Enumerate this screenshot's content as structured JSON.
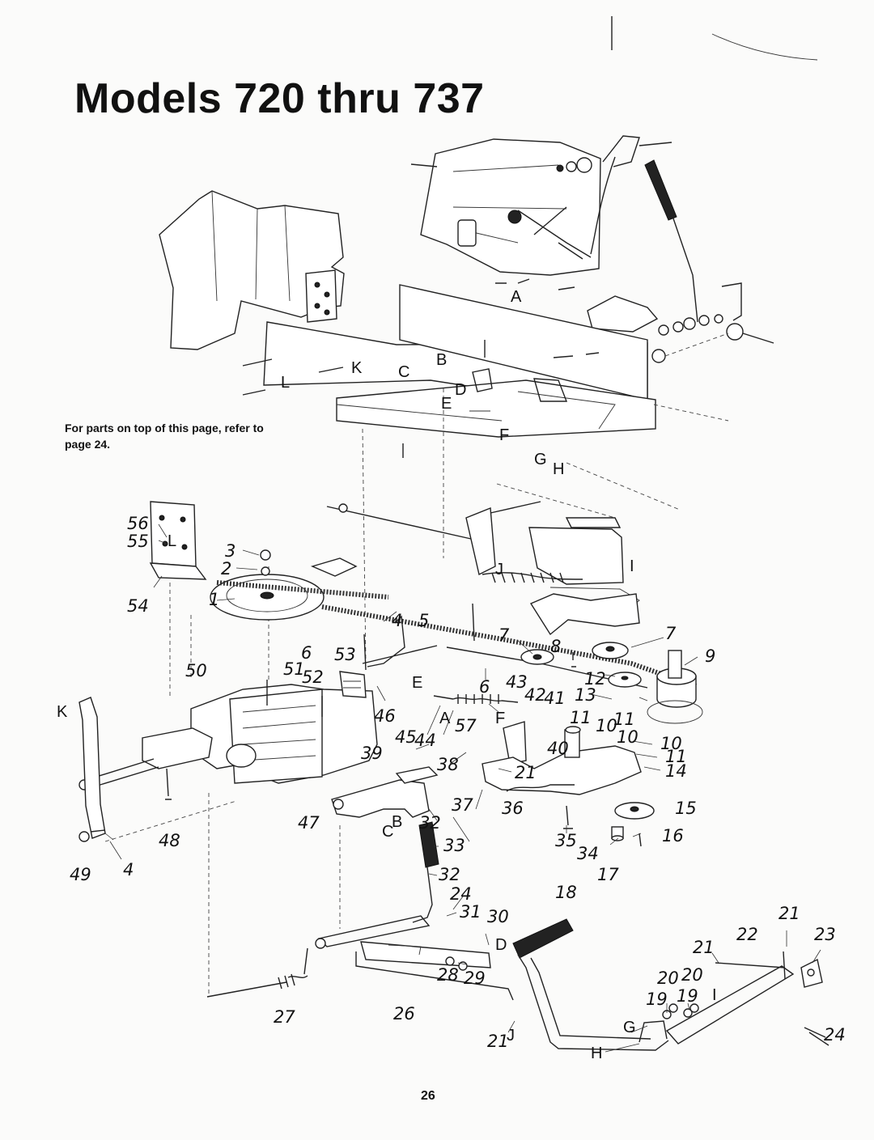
{
  "page": {
    "title": "Models 720 thru 737",
    "note": "For parts on top of this page, refer to page 24.",
    "page_number": "26"
  },
  "callouts": [
    {
      "text": "A",
      "style": "letter"
    },
    {
      "text": "B",
      "style": "letter"
    },
    {
      "text": "C",
      "style": "letter"
    },
    {
      "text": "D",
      "style": "letter"
    },
    {
      "text": "E",
      "style": "letter"
    },
    {
      "text": "F",
      "style": "letter"
    },
    {
      "text": "G",
      "style": "letter"
    },
    {
      "text": "H",
      "style": "letter"
    },
    {
      "text": "K",
      "style": "letter"
    },
    {
      "text": "L",
      "style": "letter"
    },
    {
      "text": "56",
      "style": "num"
    },
    {
      "text": "55",
      "style": "num"
    },
    {
      "text": "L",
      "style": "letter"
    },
    {
      "text": "3",
      "style": "num"
    },
    {
      "text": "2",
      "style": "num"
    },
    {
      "text": "54",
      "style": "num"
    },
    {
      "text": "1",
      "style": "num"
    },
    {
      "text": "J",
      "style": "letter"
    },
    {
      "text": "I",
      "style": "letter"
    },
    {
      "text": "4",
      "style": "num"
    },
    {
      "text": "5",
      "style": "num"
    },
    {
      "text": "7",
      "style": "num"
    },
    {
      "text": "8",
      "style": "num"
    },
    {
      "text": "7",
      "style": "num"
    },
    {
      "text": "9",
      "style": "num"
    },
    {
      "text": "6",
      "style": "num"
    },
    {
      "text": "53",
      "style": "num"
    },
    {
      "text": "50",
      "style": "num"
    },
    {
      "text": "51",
      "style": "num"
    },
    {
      "text": "52",
      "style": "num"
    },
    {
      "text": "6",
      "style": "num"
    },
    {
      "text": "43",
      "style": "num"
    },
    {
      "text": "12",
      "style": "num"
    },
    {
      "text": "E",
      "style": "letter"
    },
    {
      "text": "K",
      "style": "letter"
    },
    {
      "text": "46",
      "style": "num"
    },
    {
      "text": "42",
      "style": "num"
    },
    {
      "text": "41",
      "style": "num"
    },
    {
      "text": "13",
      "style": "num"
    },
    {
      "text": "11",
      "style": "num"
    },
    {
      "text": "10",
      "style": "num"
    },
    {
      "text": "11",
      "style": "num"
    },
    {
      "text": "A",
      "style": "letter"
    },
    {
      "text": "57",
      "style": "num"
    },
    {
      "text": "F",
      "style": "letter"
    },
    {
      "text": "45",
      "style": "num"
    },
    {
      "text": "44",
      "style": "num"
    },
    {
      "text": "10",
      "style": "num"
    },
    {
      "text": "10",
      "style": "num"
    },
    {
      "text": "40",
      "style": "num"
    },
    {
      "text": "11",
      "style": "num"
    },
    {
      "text": "39",
      "style": "num"
    },
    {
      "text": "38",
      "style": "num"
    },
    {
      "text": "21",
      "style": "num"
    },
    {
      "text": "14",
      "style": "num"
    },
    {
      "text": "37",
      "style": "num"
    },
    {
      "text": "36",
      "style": "num"
    },
    {
      "text": "15",
      "style": "num"
    },
    {
      "text": "47",
      "style": "num"
    },
    {
      "text": "C",
      "style": "letter"
    },
    {
      "text": "B",
      "style": "letter"
    },
    {
      "text": "32",
      "style": "num"
    },
    {
      "text": "48",
      "style": "num"
    },
    {
      "text": "33",
      "style": "num"
    },
    {
      "text": "35",
      "style": "num"
    },
    {
      "text": "16",
      "style": "num"
    },
    {
      "text": "34",
      "style": "num"
    },
    {
      "text": "49",
      "style": "num"
    },
    {
      "text": "4",
      "style": "num"
    },
    {
      "text": "32",
      "style": "num"
    },
    {
      "text": "17",
      "style": "num"
    },
    {
      "text": "18",
      "style": "num"
    },
    {
      "text": "24",
      "style": "num"
    },
    {
      "text": "31",
      "style": "num"
    },
    {
      "text": "30",
      "style": "num"
    },
    {
      "text": "21",
      "style": "num"
    },
    {
      "text": "D",
      "style": "letter"
    },
    {
      "text": "22",
      "style": "num"
    },
    {
      "text": "23",
      "style": "num"
    },
    {
      "text": "21",
      "style": "num"
    },
    {
      "text": "28",
      "style": "num"
    },
    {
      "text": "29",
      "style": "num"
    },
    {
      "text": "20",
      "style": "num"
    },
    {
      "text": "20",
      "style": "num"
    },
    {
      "text": "19",
      "style": "num"
    },
    {
      "text": "19",
      "style": "num"
    },
    {
      "text": "I",
      "style": "letter"
    },
    {
      "text": "27",
      "style": "num"
    },
    {
      "text": "26",
      "style": "num"
    },
    {
      "text": "G",
      "style": "letter"
    },
    {
      "text": "24",
      "style": "num"
    },
    {
      "text": "21",
      "style": "num"
    },
    {
      "text": "J",
      "style": "letter"
    },
    {
      "text": "H",
      "style": "letter"
    }
  ]
}
